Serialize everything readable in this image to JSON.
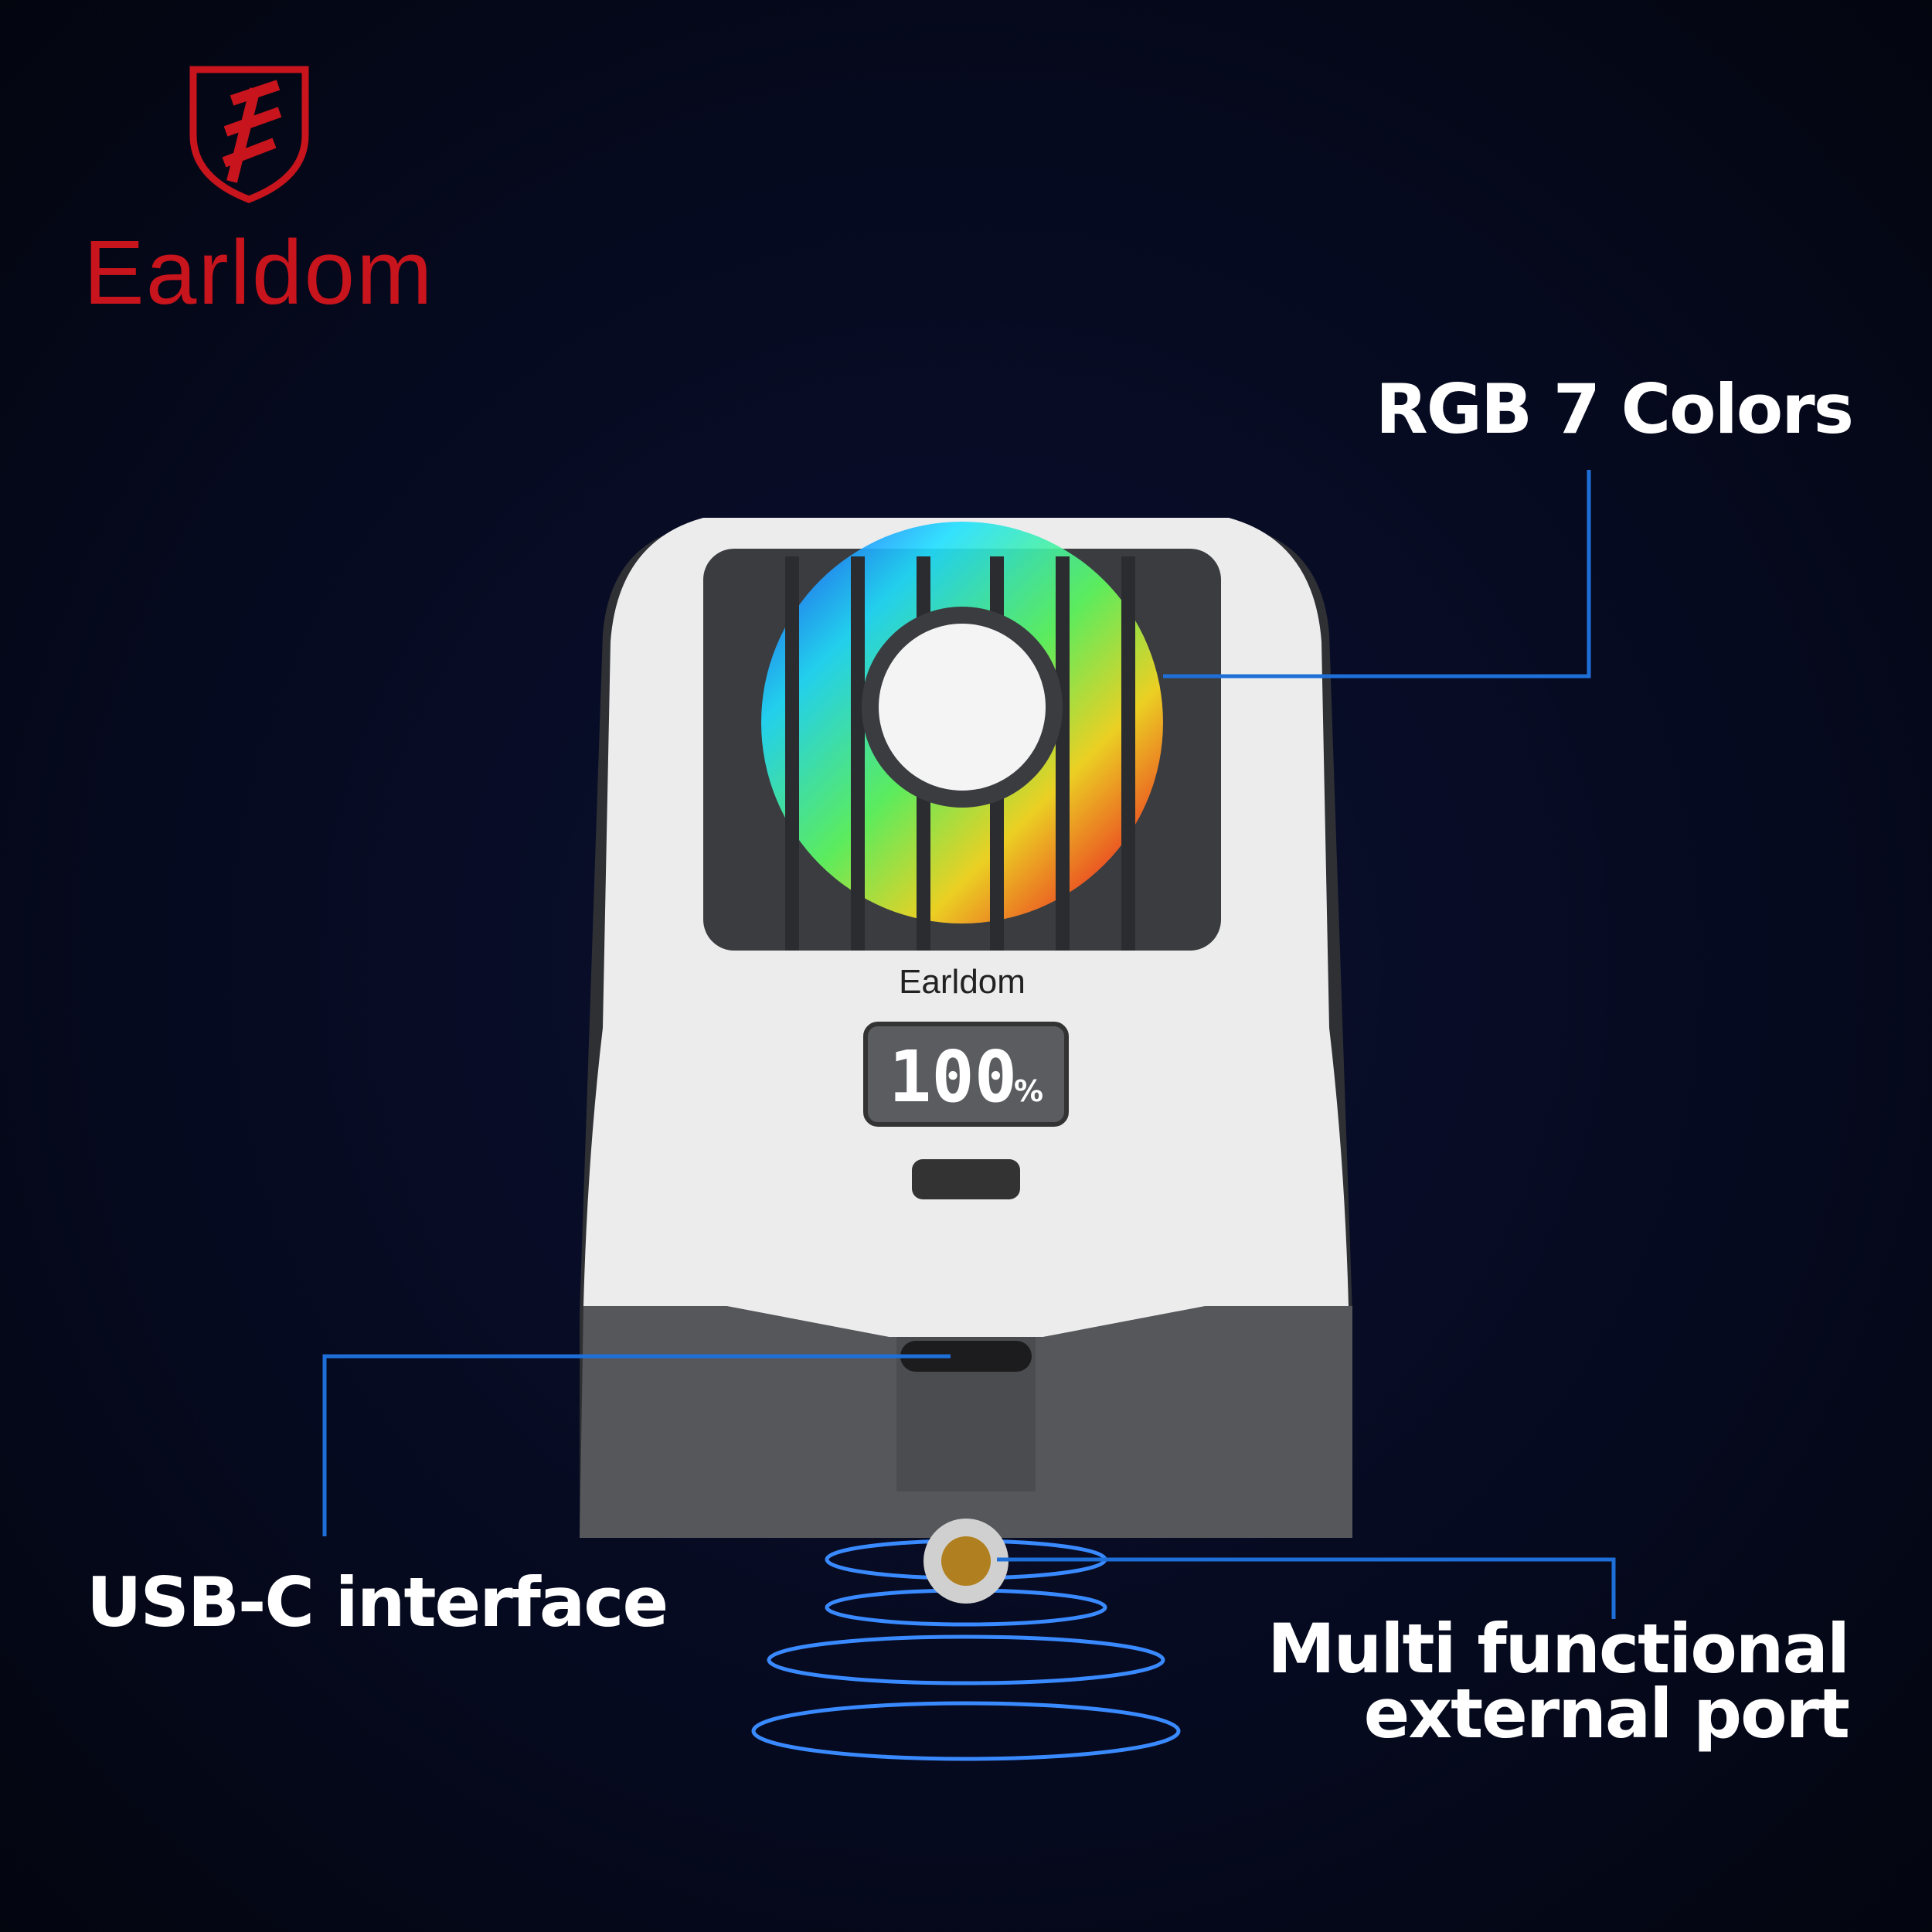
{
  "brand": {
    "name": "Earldom",
    "color": "#c8141c"
  },
  "device": {
    "brand_label": "Earldom",
    "display_value": "100",
    "display_unit": "%"
  },
  "callouts": {
    "rgb": "RGB 7 Colors",
    "usb": "USB-C interface",
    "port_line1": "Multi functional",
    "port_line2": "external port"
  },
  "colors": {
    "callout_line": "#1e6fd8",
    "background": "#060a1f"
  }
}
